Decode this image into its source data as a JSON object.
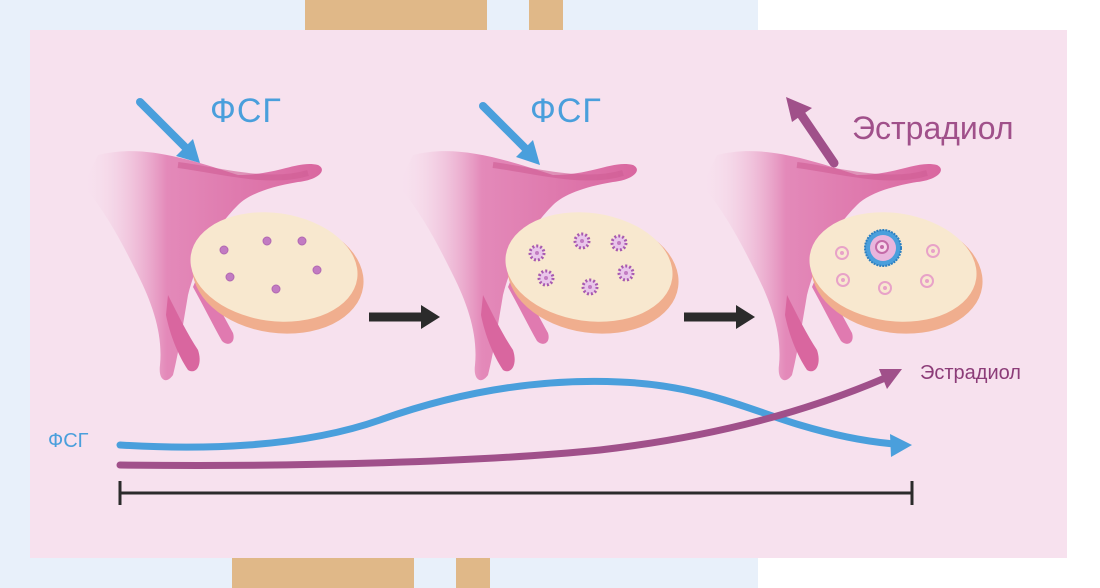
{
  "stage_labels": {
    "stage1": "ФСГ",
    "stage2": "ФСГ",
    "stage3": "Эстрадиол"
  },
  "curve_labels": {
    "fsh": "ФСГ",
    "estradiol": "Эстрадиол"
  },
  "colors": {
    "fsh": "#4a9fdc",
    "estradiol": "#a0508a",
    "panel": "#f7e1ee",
    "ovary": "#f8e8cf",
    "tube": "#e07ab0",
    "arrow": "#2b2b2b"
  }
}
